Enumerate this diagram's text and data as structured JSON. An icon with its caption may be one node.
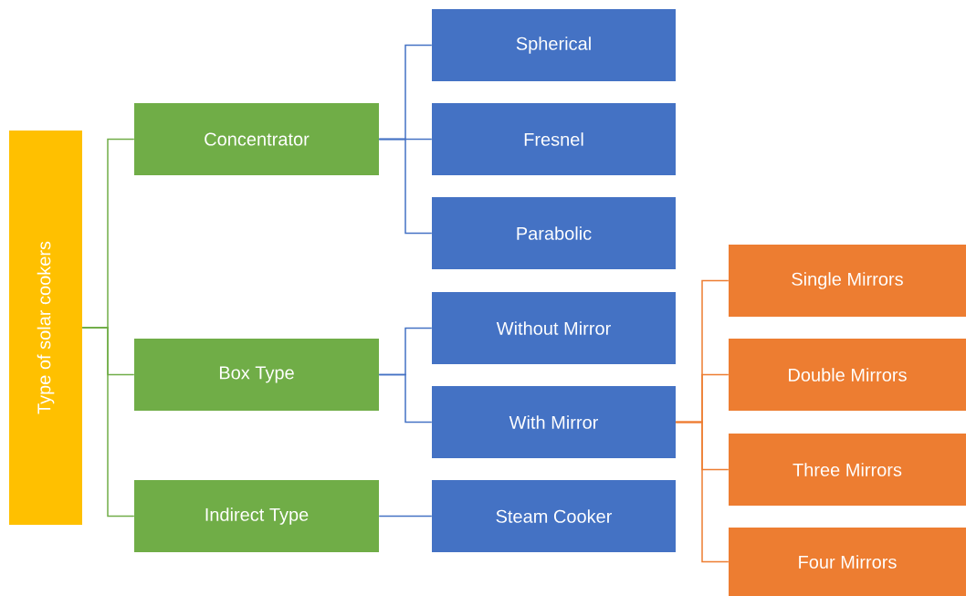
{
  "diagram": {
    "nodes": [
      {
        "text": [
          "Type of solar cookers"
        ]
      },
      {
        "text": [
          "Concentrator"
        ]
      },
      {
        "text": [
          "Box Type"
        ]
      },
      {
        "text": [
          "Indirect Type"
        ]
      },
      {
        "text": [
          "Spherical"
        ]
      },
      {
        "text": [
          "Fresnel"
        ]
      },
      {
        "text": [
          "Parabolic"
        ]
      },
      {
        "text": [
          "Without Mirror"
        ]
      },
      {
        "text": [
          "With Mirror"
        ]
      },
      {
        "text": [
          "Steam Cooker"
        ]
      },
      {
        "text": [
          "Single Mirrors"
        ]
      },
      {
        "text": [
          "Double Mirrors"
        ]
      },
      {
        "text": [
          "Three Mirrors"
        ]
      },
      {
        "text": [
          "Four Mirrors"
        ]
      }
    ],
    "edges": [
      {
        "from": 0,
        "to": 1,
        "arrow": "none",
        "color": "#70ad47"
      },
      {
        "from": 0,
        "to": 2,
        "arrow": "none",
        "color": "#70ad47"
      },
      {
        "from": 0,
        "to": 3,
        "arrow": "none",
        "color": "#70ad47"
      },
      {
        "from": 1,
        "to": 4,
        "arrow": "none"
      },
      {
        "from": 1,
        "to": 5,
        "arrow": "none"
      },
      {
        "from": 1,
        "to": 6,
        "arrow": "none"
      },
      {
        "from": 2,
        "to": 7,
        "arrow": "none"
      },
      {
        "from": 2,
        "to": 8,
        "arrow": "none"
      },
      {
        "from": 3,
        "to": 9,
        "arrow": "none"
      },
      {
        "from": 8,
        "to": 10,
        "arrow": "none",
        "color": "#ed7d31"
      },
      {
        "from": 8,
        "to": 11,
        "arrow": "none",
        "color": "#ed7d31"
      },
      {
        "from": 8,
        "to": 12,
        "arrow": "none",
        "color": "#ed7d31"
      },
      {
        "from": 8,
        "to": 13,
        "arrow": "none",
        "color": "#ed7d31"
      }
    ]
  }
}
